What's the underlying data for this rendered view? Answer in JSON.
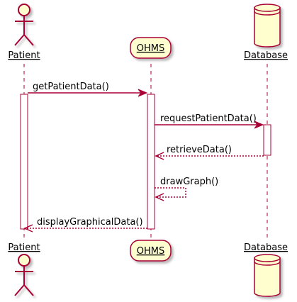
{
  "participants": {
    "patient": {
      "label": "Patient",
      "kind": "actor"
    },
    "ohms": {
      "label": "OHMS",
      "kind": "participant"
    },
    "database": {
      "label": "Database",
      "kind": "database"
    }
  },
  "messages": [
    {
      "label": "getPatientData()",
      "from": "Patient",
      "to": "OHMS",
      "style": "solid"
    },
    {
      "label": "requestPatientData()",
      "from": "OHMS",
      "to": "Database",
      "style": "solid"
    },
    {
      "label": "retrieveData()",
      "from": "Database",
      "to": "OHMS",
      "style": "dotted"
    },
    {
      "label": "drawGraph()",
      "from": "OHMS",
      "to": "OHMS",
      "style": "dotted"
    },
    {
      "label": "displayGraphicalData()",
      "from": "OHMS",
      "to": "Patient",
      "style": "dotted"
    }
  ],
  "colors": {
    "stroke": "#A80036",
    "fill": "#FEFECE",
    "lifeline": "#A80036",
    "text": "#000000"
  }
}
